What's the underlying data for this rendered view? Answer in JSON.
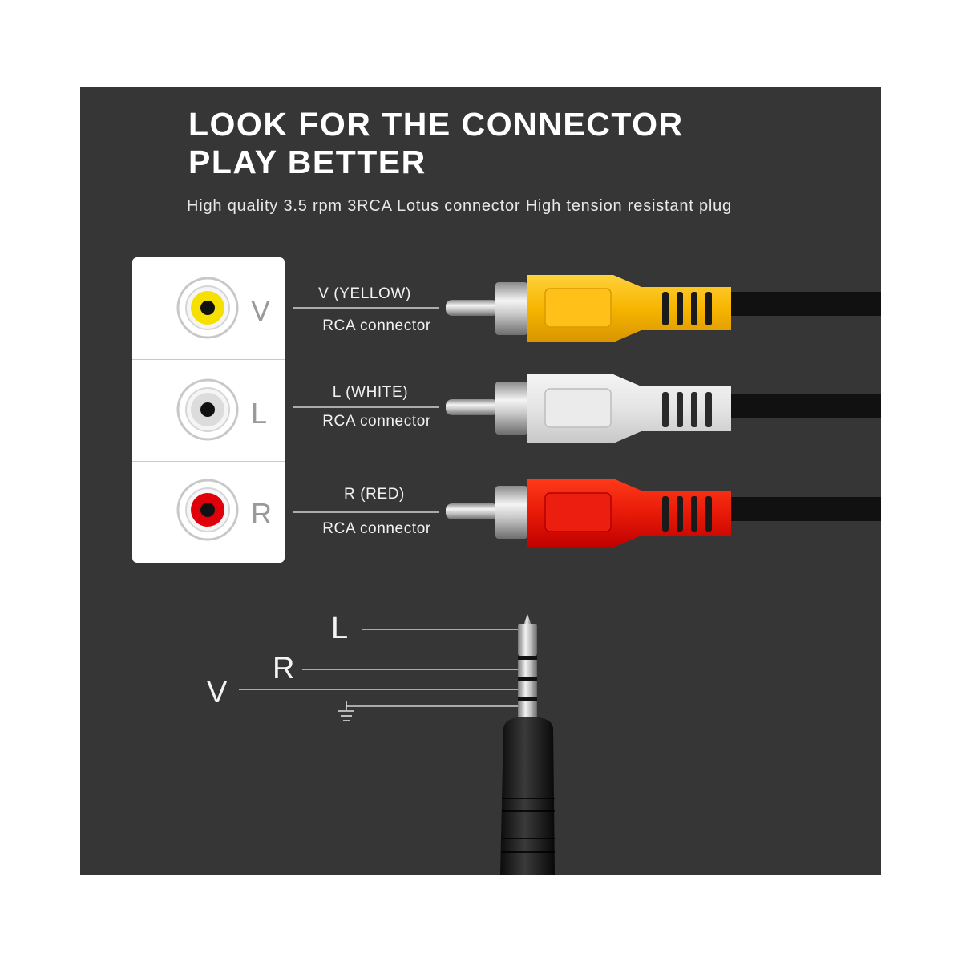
{
  "header": {
    "title_line1": "LOOK FOR THE CONNECTOR",
    "title_line2": "PLAY BETTER",
    "subtitle": "High quality 3.5 rpm 3RCA Lotus connector High tension resistant plug"
  },
  "rca_jacks": [
    {
      "letter": "V",
      "label": "V (YELLOW)",
      "caption": "RCA connector",
      "color": "#f5c800"
    },
    {
      "letter": "L",
      "label": "L (WHITE)",
      "caption": "RCA connector",
      "color": "#e6e6e6"
    },
    {
      "letter": "R",
      "label": "R (RED)",
      "caption": "RCA connector",
      "color": "#e01010"
    }
  ],
  "trrs_plug": {
    "pins": [
      "L",
      "R",
      "V"
    ],
    "ground_icon": "ground-icon"
  },
  "colors": {
    "background": "#363636",
    "yellow": "#f5c800",
    "white": "#e6e6e6",
    "red": "#e01010"
  }
}
